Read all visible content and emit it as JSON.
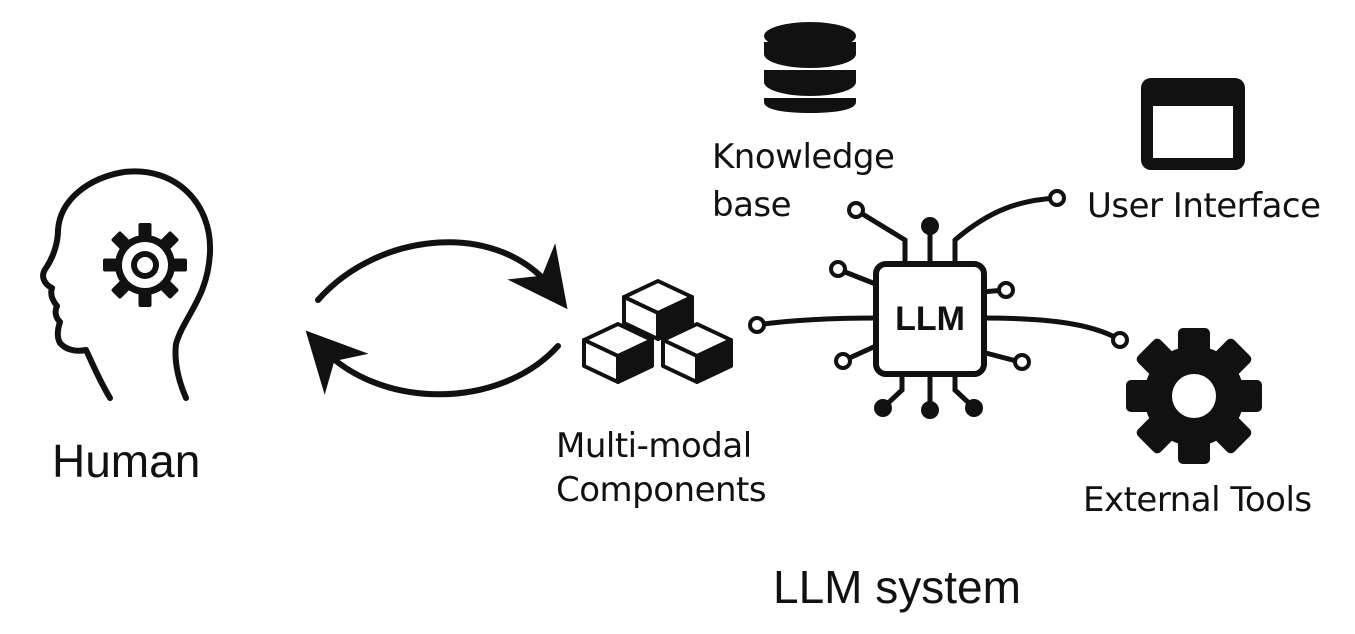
{
  "labels": {
    "human": "Human",
    "llm_system": "LLM system",
    "knowledge_base": "Knowledge\nbase",
    "user_interface": "User Interface",
    "multimodal": "Multi-modal\nComponents",
    "external_tools": "External Tools",
    "chip": "LLM"
  },
  "icons": {
    "human": "head-with-gear-icon",
    "knowledge_base": "database-icon",
    "user_interface": "window-icon",
    "multimodal": "cubes-icon",
    "external_tools": "gear-icon",
    "llm": "circuit-chip-icon",
    "exchange": "bidirectional-arrows-icon"
  },
  "colors": {
    "ink": "#111111",
    "background": "#ffffff"
  }
}
